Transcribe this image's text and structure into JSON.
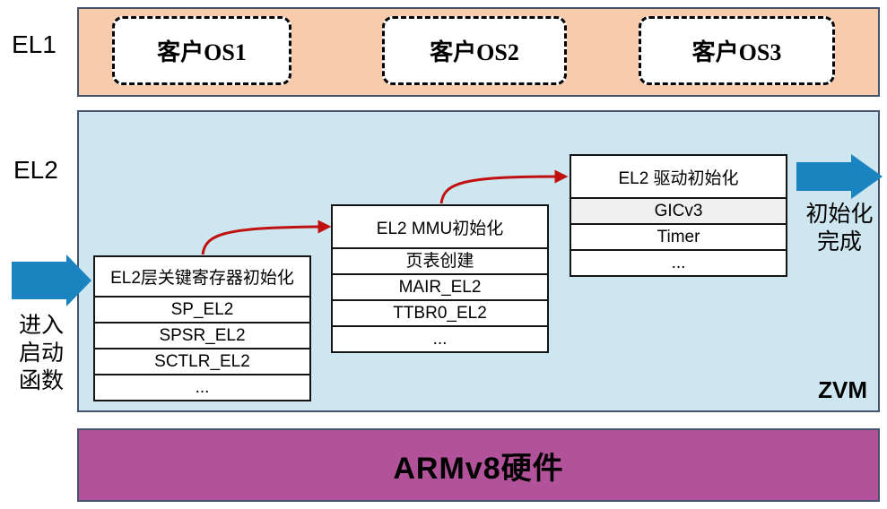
{
  "labels": {
    "el1": "EL1",
    "el2": "EL2",
    "zvm": "ZVM",
    "hardware": "ARMv8硬件",
    "enter_boot": [
      "进入",
      "启动",
      "函数"
    ],
    "init_done": [
      "初始化",
      "完成"
    ]
  },
  "el1_band": {
    "guest_os": [
      "客户OS1",
      "客户OS2",
      "客户OS3"
    ]
  },
  "el2_band": {
    "tables": [
      {
        "header": "EL2层关键寄存器初始化",
        "rows": [
          "SP_EL2",
          "SPSR_EL2",
          "SCTLR_EL2",
          "..."
        ]
      },
      {
        "header": "EL2 MMU初始化",
        "rows": [
          "页表创建",
          "MAIR_EL2",
          "TTBR0_EL2",
          "..."
        ]
      },
      {
        "header": "EL2 驱动初始化",
        "rows": [
          "GICv3",
          "Timer",
          "..."
        ]
      }
    ]
  },
  "colors": {
    "el1_band_bg": "#F8CBAD",
    "el2_band_bg": "#CEE6EF",
    "hardware_bg": "#B1529A",
    "band_border": "#44546A",
    "arrow_blue": "#1B84C0",
    "arrow_red": "#C01010",
    "alt_row_bg": "#F0F0F0"
  }
}
